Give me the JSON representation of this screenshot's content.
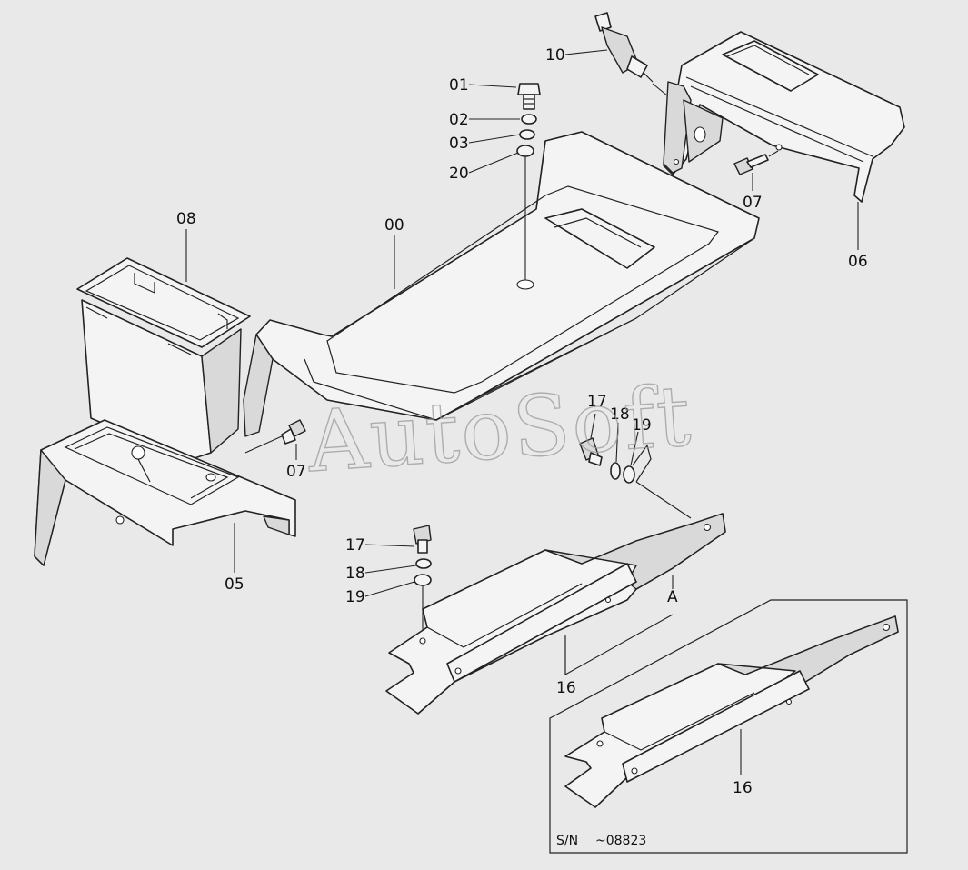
{
  "watermark": "AutoSoft",
  "callouts": {
    "c00": "00",
    "c01": "01",
    "c02": "02",
    "c03": "03",
    "c20": "20",
    "c10": "10",
    "c07a": "07",
    "c06": "06",
    "c08": "08",
    "c07b": "07",
    "c05": "05",
    "c17a": "17",
    "c18a": "18",
    "c19a": "19",
    "c17b": "17",
    "c18b": "18",
    "c19b": "19",
    "cA": "A",
    "c16a": "16",
    "c16b": "16"
  },
  "inset": {
    "serial_label": "S/N",
    "serial_value": "~08823"
  }
}
